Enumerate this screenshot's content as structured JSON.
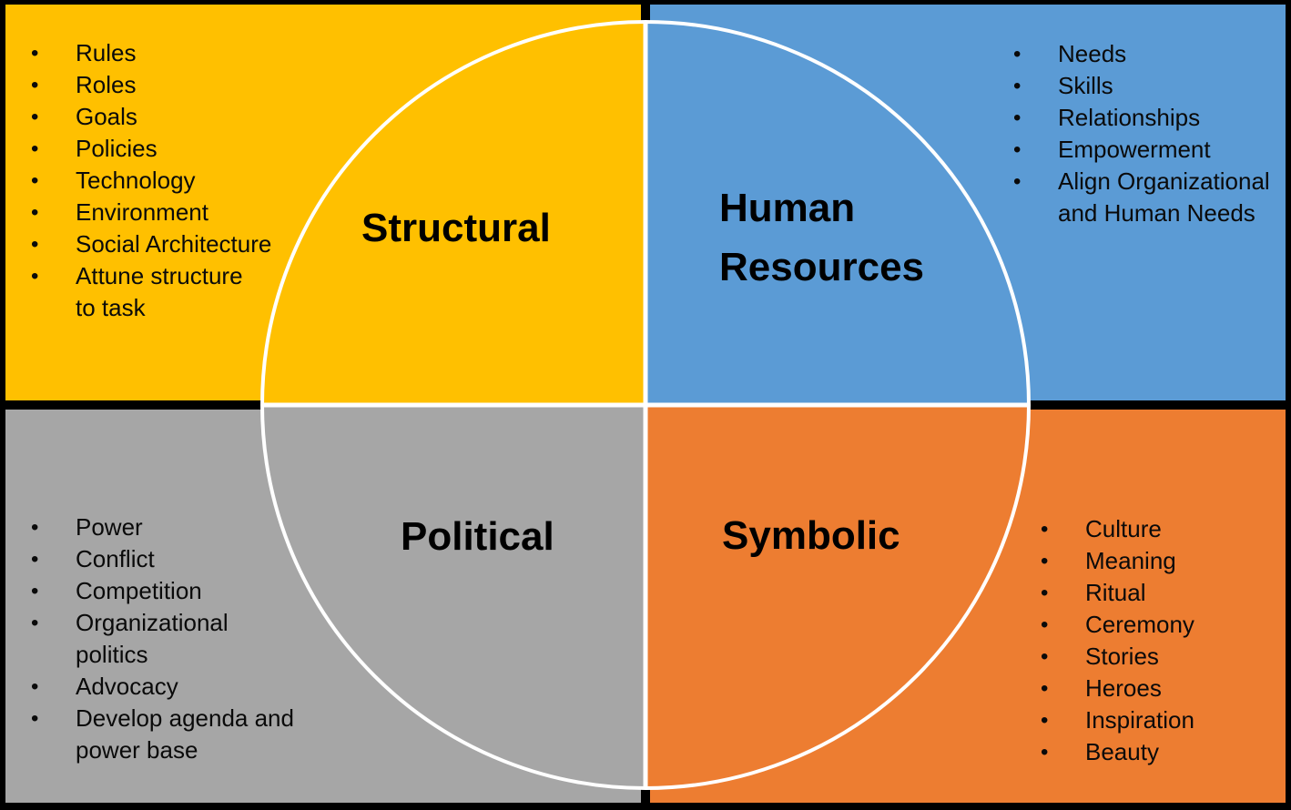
{
  "diagram": {
    "type": "four-quadrant-circle-matrix",
    "bullet_glyph": "•",
    "border_color": "#000000",
    "circle_color": "#FFFFFF",
    "divider_color": "#FFFFFF",
    "text_color": "#000000"
  },
  "quadrants": [
    {
      "id": "structural",
      "label": "Structural",
      "color": "#FFC000",
      "items": [
        "Rules",
        "Roles",
        "Goals",
        "Policies",
        "Technology",
        "Environment",
        "Social Architecture",
        "Attune structure\nto task"
      ]
    },
    {
      "id": "human-resources",
      "label": "Human\nResources",
      "color": "#5B9BD5",
      "items": [
        "Needs",
        "Skills",
        "Relationships",
        "Empowerment",
        "Align Organizational\nand Human Needs"
      ]
    },
    {
      "id": "political",
      "label": "Political",
      "color": "#A6A6A6",
      "items": [
        "Power",
        "Conflict",
        "Competition",
        "Organizational\npolitics",
        "Advocacy",
        "Develop agenda and\npower base"
      ]
    },
    {
      "id": "symbolic",
      "label": "Symbolic",
      "color": "#ED7D31",
      "items": [
        "Culture",
        "Meaning",
        "Ritual",
        "Ceremony",
        "Stories",
        "Heroes",
        "Inspiration",
        "Beauty"
      ]
    }
  ]
}
